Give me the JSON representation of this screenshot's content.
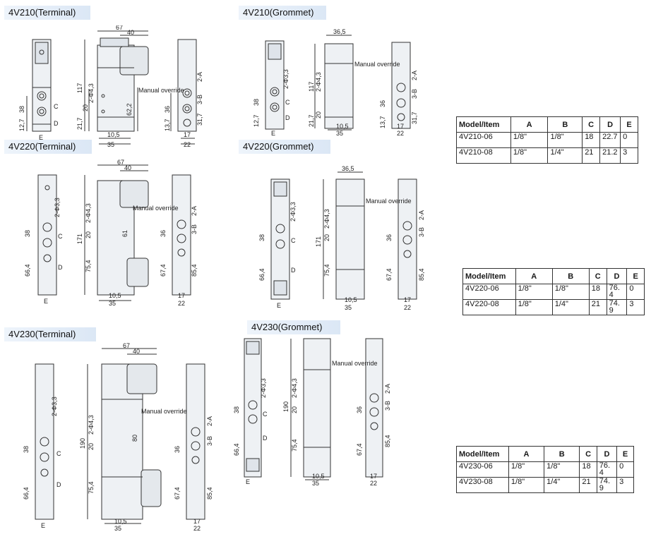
{
  "sections": [
    {
      "id": "t210",
      "title": "4V210(Terminal)",
      "dims": {
        "w1": "67",
        "w2": "40",
        "h1": "117",
        "h2": "38",
        "h3": "62,2",
        "h4": "21,7",
        "h5": "20",
        "h6": "12,7",
        "b1": "10,5",
        "b2": "35",
        "s1": "36",
        "s2": "13,7",
        "s3": "31,7",
        "s4": "17",
        "s5": "22",
        "port": "2-Φ4,3",
        "pa": "2-A",
        "pb": "3-B",
        "mo": "Manual override",
        "c": "C",
        "d": "D",
        "e": "E"
      }
    },
    {
      "id": "g210",
      "title": "4V210(Grommet)",
      "dims": {
        "w1": "36,5",
        "h1": "117",
        "h2": "38",
        "h4": "21,7",
        "h5": "20",
        "h6": "12,7",
        "b1": "10,5",
        "b2": "35",
        "s1": "36",
        "s2": "13,7",
        "s3": "31,7",
        "s4": "17",
        "s5": "22",
        "port": "2-Φ4,3",
        "port2": "2-Φ3,3",
        "pa": "2-A",
        "pb": "3-B",
        "mo": "Manual override",
        "c": "C",
        "d": "D",
        "e": "E"
      }
    },
    {
      "id": "t220",
      "title": "4V220(Terminal)",
      "dims": {
        "w1": "67",
        "w2": "40",
        "h1": "171",
        "h2": "38",
        "h3": "61",
        "h4": "75,4",
        "h5": "20",
        "h6": "66,4",
        "b1": "10,5",
        "b2": "35",
        "s1": "36",
        "s2": "67,4",
        "s3": "85,4",
        "s4": "17",
        "s5": "22",
        "port": "2-Φ4,3",
        "port2": "2-Φ3,3",
        "pa": "2-A",
        "pb": "3-B",
        "mo": "Manual override",
        "c": "C",
        "d": "D",
        "e": "E"
      }
    },
    {
      "id": "g220",
      "title": "4V220(Grommet)",
      "dims": {
        "w1": "36,5",
        "h1": "171",
        "h2": "38",
        "h4": "75,4",
        "h5": "20",
        "h6": "66,4",
        "b1": "10,5",
        "b2": "35",
        "s1": "36",
        "s2": "67,4",
        "s3": "85,4",
        "s4": "17",
        "s5": "22",
        "port": "2-Φ4,3",
        "port2": "2-Φ3,3",
        "pa": "2-A",
        "pb": "3-B",
        "mo": "Manual override",
        "c": "C",
        "d": "D",
        "e": "E"
      }
    },
    {
      "id": "t230",
      "title": "4V230(Terminal)",
      "dims": {
        "w1": "67",
        "w2": "40",
        "h1": "190",
        "h2": "38",
        "h3": "80",
        "h4": "75,4",
        "h5": "20",
        "h6": "66,4",
        "b1": "10,5",
        "b2": "35",
        "s1": "36",
        "s2": "67,4",
        "s3": "85,4",
        "s4": "17",
        "s5": "22",
        "port": "2-Φ4,3",
        "port2": "2-Φ3,3",
        "pa": "2-A",
        "pb": "3-B",
        "mo": "Manual override",
        "c": "C",
        "d": "D",
        "e": "E"
      }
    },
    {
      "id": "g230",
      "title": "4V230(Grommet)",
      "dims": {
        "h1": "190",
        "h2": "38",
        "h4": "75,4",
        "h5": "20",
        "h6": "66,4",
        "b1": "10,5",
        "b2": "35",
        "s1": "36",
        "s2": "67,4",
        "s3": "85,4",
        "s4": "17",
        "s5": "22",
        "port": "2-Φ4,3",
        "port2": "2-Φ3,3",
        "pa": "2-A",
        "pb": "3-B",
        "mo": "Manual override",
        "c": "C",
        "d": "D",
        "e": "E"
      }
    }
  ],
  "table_headers": [
    "Model/Item",
    "A",
    "B",
    "C",
    "D",
    "E"
  ],
  "tables": [
    {
      "rows": [
        [
          "4V210-06",
          "1/8\"",
          "1/8\"",
          "18",
          "22.7",
          "0"
        ],
        [
          "4V210-08",
          "1/8\"",
          "1/4\"",
          "21",
          "21.2",
          "3"
        ]
      ]
    },
    {
      "rows": [
        [
          "4V220-06",
          "1/8\"",
          "1/8\"",
          "18",
          "76.\n4",
          "0"
        ],
        [
          "4V220-08",
          "1/8\"",
          "1/4\"",
          "21",
          "74.\n9",
          "3"
        ]
      ]
    },
    {
      "rows": [
        [
          "4V230-06",
          "1/8\"",
          "1/8\"",
          "18",
          "76.\n4",
          "0"
        ],
        [
          "4V230-08",
          "1/8\"",
          "1/4\"",
          "21",
          "74.\n9",
          "3"
        ]
      ]
    }
  ]
}
